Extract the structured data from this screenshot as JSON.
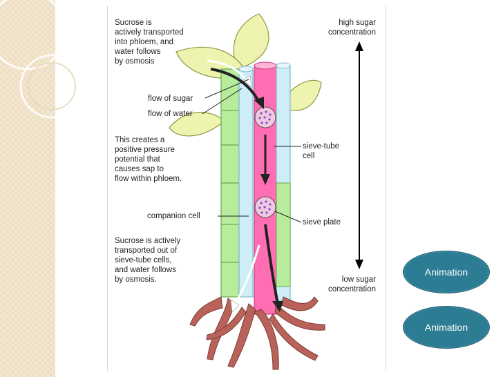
{
  "diagram": {
    "labels": {
      "top_left": "Sucrose is\nactively transported\ninto phloem, and\nwater follows\nby osmosis",
      "high_sugar": "high sugar\nconcentration",
      "flow_sugar": "flow of sugar",
      "flow_water": "flow of water",
      "middle_left": "This creates a\npositive pressure\npotential that\ncauses sap to\nflow within phloem.",
      "sieve_tube_cell": "sieve-tube\ncell",
      "companion_cell": "companion cell",
      "sieve_plate": "sieve plate",
      "bottom_left": "Sucrose is actively\ntransported out of\nsieve-tube cells,\nand water follows\nby osmosis.",
      "low_sugar": "low sugar\nconcentration"
    }
  },
  "buttons": [
    {
      "label": "Animation"
    },
    {
      "label": "Animation"
    }
  ],
  "colors": {
    "button_fill": "#2c7c94",
    "phloem": "#ff5fa8",
    "xylem": "#bfe7f3",
    "companion": "#a8e890",
    "root": "#b85f52",
    "leaf": "#e9f0a8"
  }
}
